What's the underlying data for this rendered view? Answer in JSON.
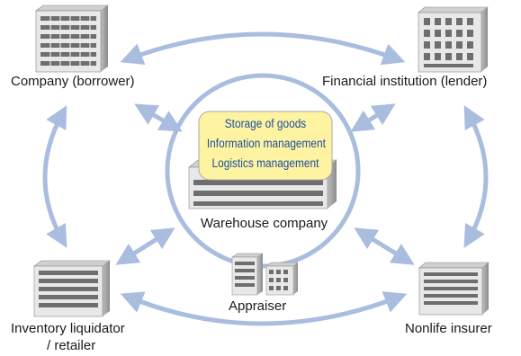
{
  "nodes": {
    "borrower": "Company (borrower)",
    "lender": "Financial institution (lender)",
    "liquidator_line1": "Inventory liquidator",
    "liquidator_line2": "/ retailer",
    "insurer": "Nonlife insurer",
    "warehouse": "Warehouse company",
    "appraiser": "Appraiser"
  },
  "services": [
    "Storage of goods",
    "Information management",
    "Logistics management"
  ],
  "colors": {
    "arrow": "#a9bddf",
    "circle": "#a9bddf",
    "service_box_fill": "#fdf3a0",
    "service_box_stroke": "#a8a8a8",
    "service_text": "#1f4fa0",
    "building_light": "#e6e6e6",
    "building_dark": "#777777"
  }
}
